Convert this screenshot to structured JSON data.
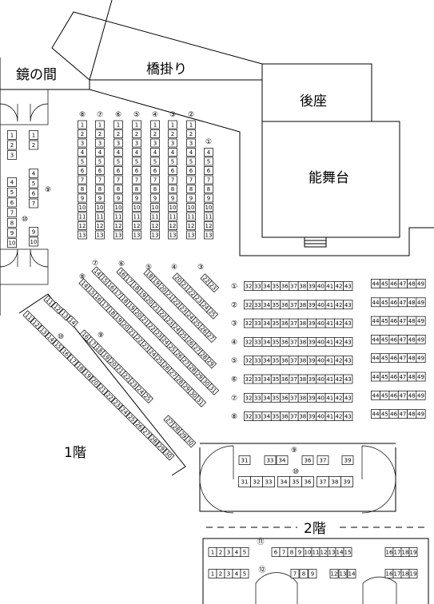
{
  "labels": {
    "kagami_no_ma": "鏡の間",
    "hashigakari": "橋掛り",
    "atoza": "後座",
    "noh_butai": "能舞台",
    "floor1": "1階",
    "floor2": "2階"
  },
  "blocks": {
    "left_upper": {
      "cols": [
        {
          "mark": "⑧",
          "seats": [
            "1",
            "2",
            "3",
            "4",
            "5",
            "6",
            "7",
            "8",
            "9",
            "10",
            "11",
            "12",
            "13"
          ]
        },
        {
          "mark": "⑦",
          "seats": [
            "1",
            "2",
            "3",
            "4",
            "5",
            "6",
            "7",
            "8",
            "9",
            "10",
            "11",
            "12",
            "13"
          ]
        },
        {
          "mark": "⑥",
          "seats": [
            "1",
            "2",
            "3",
            "4",
            "5",
            "6",
            "7",
            "8",
            "9",
            "10",
            "11",
            "12",
            "13"
          ]
        },
        {
          "mark": "⑤",
          "seats": [
            "1",
            "2",
            "3",
            "4",
            "5",
            "6",
            "7",
            "8",
            "9",
            "10",
            "11",
            "12",
            "13"
          ]
        },
        {
          "mark": "④",
          "seats": [
            "1",
            "2",
            "3",
            "4",
            "5",
            "6",
            "7",
            "8",
            "9",
            "10",
            "11",
            "12",
            "13"
          ]
        },
        {
          "mark": "③",
          "seats": [
            "1",
            "2",
            "3",
            "4",
            "5",
            "6",
            "7",
            "8",
            "9",
            "10",
            "11",
            "12",
            "13"
          ]
        },
        {
          "mark": "②",
          "seats": [
            "1",
            "2",
            "3",
            "4",
            "5",
            "6",
            "7",
            "8",
            "9",
            "10",
            "11",
            "12",
            "13"
          ]
        },
        {
          "mark": "①",
          "seats": [
            "4",
            "5",
            "6",
            "7",
            "8",
            "9",
            "10",
            "11",
            "12",
            "13"
          ]
        }
      ]
    },
    "left_wall": {
      "col_a": [
        "1",
        "2",
        "3"
      ],
      "col_b": [
        "1",
        "2"
      ],
      "col_c": [
        "4",
        "5",
        "6",
        "7",
        "8",
        "9",
        "10"
      ],
      "col_d": [
        "4",
        "5",
        "6",
        "7"
      ],
      "col_e": [
        "9",
        "10"
      ],
      "mark9": "⑨",
      "mark10": "⑩"
    },
    "diagonal": {
      "rows": [
        {
          "mark": "③",
          "seats": [
            "22",
            "23"
          ]
        },
        {
          "mark": "④",
          "seats": [
            "20",
            "21",
            "22",
            "23",
            "24",
            "25"
          ]
        },
        {
          "mark": "⑤",
          "seats": [
            "18",
            "19",
            "20",
            "21",
            "22",
            "23",
            "24",
            "25",
            "26",
            "27"
          ]
        },
        {
          "mark": "⑥",
          "seats": [
            "16",
            "17",
            "18",
            "19",
            "20",
            "21",
            "22",
            "23",
            "24",
            "25",
            "26",
            "27",
            "28",
            "29"
          ]
        },
        {
          "mark": "⑦",
          "seats": [
            "14",
            "15",
            "16",
            "17",
            "18",
            "19",
            "20",
            "21",
            "22",
            "23",
            "24",
            "25",
            "26",
            "27",
            "28",
            "29",
            "30",
            "31"
          ]
        },
        {
          "mark": "⑧",
          "seats": [
            "14",
            "15",
            "16",
            "17",
            "18",
            "19",
            "20",
            "21",
            "22",
            "23",
            "24",
            "25",
            "26",
            "27",
            "28",
            "29",
            "30",
            "31"
          ]
        }
      ]
    },
    "front_left": {
      "row9": {
        "mark": "⑨",
        "seats": [
          "16",
          "17",
          "18",
          "19",
          "20",
          "21",
          "22",
          "23",
          "24",
          "25"
        ]
      },
      "row9b": {
        "seats": [
          "27",
          "28",
          "29",
          "30"
        ]
      },
      "row10": {
        "mark": "⑩",
        "seats": [
          "11",
          "12",
          "13",
          "14"
        ]
      },
      "row10b": {
        "seats": [
          "11",
          "12",
          "13",
          "14",
          "15",
          "16",
          "17",
          "18",
          "19",
          "20",
          "21",
          "22",
          "23",
          "24",
          "25",
          "26",
          "27",
          "28",
          "29",
          "30"
        ]
      }
    },
    "right_rows": {
      "rows": [
        {
          "mark": "①",
          "seats": [
            "32",
            "33",
            "34",
            "35",
            "36",
            "37",
            "38",
            "39",
            "40",
            "41",
            "42",
            "43"
          ]
        },
        {
          "mark": "②",
          "seats": [
            "32",
            "33",
            "34",
            "35",
            "36",
            "37",
            "38",
            "39",
            "40",
            "41",
            "42",
            "43"
          ]
        },
        {
          "mark": "③",
          "seats": [
            "32",
            "33",
            "34",
            "35",
            "36",
            "37",
            "38",
            "39",
            "40",
            "41",
            "42",
            "43"
          ]
        },
        {
          "mark": "④",
          "seats": [
            "32",
            "33",
            "34",
            "35",
            "36",
            "37",
            "38",
            "39",
            "40",
            "41",
            "42",
            "43"
          ]
        },
        {
          "mark": "⑤",
          "seats": [
            "32",
            "33",
            "34",
            "35",
            "36",
            "37",
            "38",
            "39",
            "40",
            "41",
            "42",
            "43"
          ]
        },
        {
          "mark": "⑥",
          "seats": [
            "32",
            "33",
            "34",
            "35",
            "36",
            "37",
            "38",
            "39",
            "40",
            "41",
            "42",
            "43"
          ]
        },
        {
          "mark": "⑦",
          "seats": [
            "32",
            "33",
            "34",
            "35",
            "36",
            "37",
            "38",
            "39",
            "40",
            "41",
            "42",
            "43"
          ]
        },
        {
          "mark": "⑧",
          "seats": [
            "32",
            "33",
            "34",
            "35",
            "36",
            "37",
            "38",
            "39",
            "40",
            "41",
            "42",
            "43"
          ]
        }
      ],
      "side": [
        "44",
        "45",
        "46",
        "47",
        "48",
        "49"
      ]
    },
    "back": {
      "mark9": "⑨",
      "mark10": "⑩",
      "row9": [
        "31",
        "33",
        "34",
        "36",
        "37",
        "39"
      ],
      "row10": [
        "31",
        "32",
        "33",
        "34",
        "35",
        "36",
        "37",
        "38",
        "39"
      ]
    },
    "floor2": {
      "mark11": "⑪",
      "mark12": "⑫",
      "row11": [
        "1",
        "2",
        "3",
        "4",
        "5",
        "6",
        "7",
        "8",
        "9",
        "10",
        "11",
        "12",
        "13",
        "14",
        "15",
        "16",
        "17",
        "18",
        "19"
      ],
      "row12": [
        "1",
        "2",
        "3",
        "4",
        "5",
        "7",
        "8",
        "9",
        "12",
        "13",
        "14",
        "16",
        "17",
        "18",
        "19"
      ]
    }
  }
}
